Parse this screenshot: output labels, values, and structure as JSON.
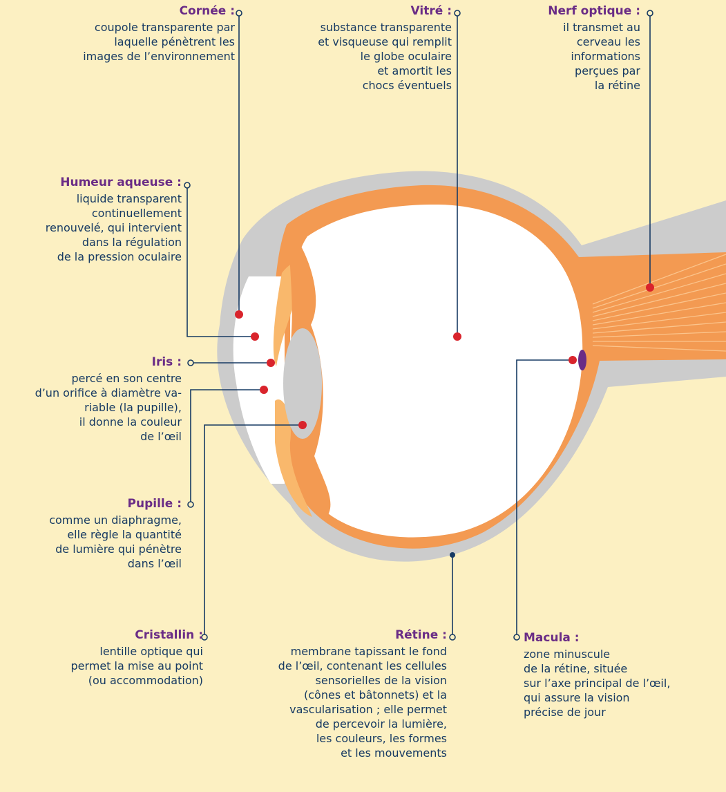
{
  "labels": {
    "cornee": {
      "title": "Cornée :",
      "desc": "coupole transparente par\nlaquelle pénètrent les\nimages de l’environnement"
    },
    "vitre": {
      "title": "Vitré :",
      "desc": "substance transparente\net visqueuse qui remplit\nle globe oculaire\net amortit les\nchocs éventuels"
    },
    "nerf": {
      "title": "Nerf optique :",
      "desc": "il transmet au\ncerveau les\ninformations\nperçues par\nla rétine"
    },
    "humeur": {
      "title": "Humeur aqueuse :",
      "desc": "liquide transparent\ncontinuellement\nrenouvelé, qui intervient\ndans la régulation\nde la pression oculaire"
    },
    "iris": {
      "title": "Iris :",
      "desc": "percé en son centre\nd’un orifice à diamètre va-\nriable (la pupille),\nil donne la couleur\nde l’œil"
    },
    "pupille": {
      "title": "Pupille :",
      "desc": "comme un diaphragme,\nelle règle la quantité\nde lumière qui pénètre\ndans l’œil"
    },
    "cristallin": {
      "title": "Cristallin :",
      "desc": "lentille optique qui\npermet la mise au point\n(ou accommodation)"
    },
    "retine": {
      "title": "Rétine :",
      "desc": "membrane tapissant le fond\nde l’œil, contenant les cellules\nsensorielles de la vision\n(cônes et bâtonnets) et la\nvascularisation ; elle permet\nde percevoir la lumière,\nles couleurs, les formes\net les mouvements"
    },
    "macula": {
      "title": "Macula :",
      "desc": "zone minuscule\nde la rétine, située\nsur l’axe principal de l’œil,\nqui assure la vision\nprécise de jour"
    }
  },
  "colors": {
    "background": "#fcf0c2",
    "sclera": "#cccccc",
    "choroid": "#f39a52",
    "iris": "#f9b86c",
    "interior": "#ffffff",
    "lens": "#cccccc",
    "dot": "#d9242c",
    "macula": "#6a2c86",
    "line": "#173a63",
    "title": "#6a2c86",
    "text": "#173a63"
  }
}
